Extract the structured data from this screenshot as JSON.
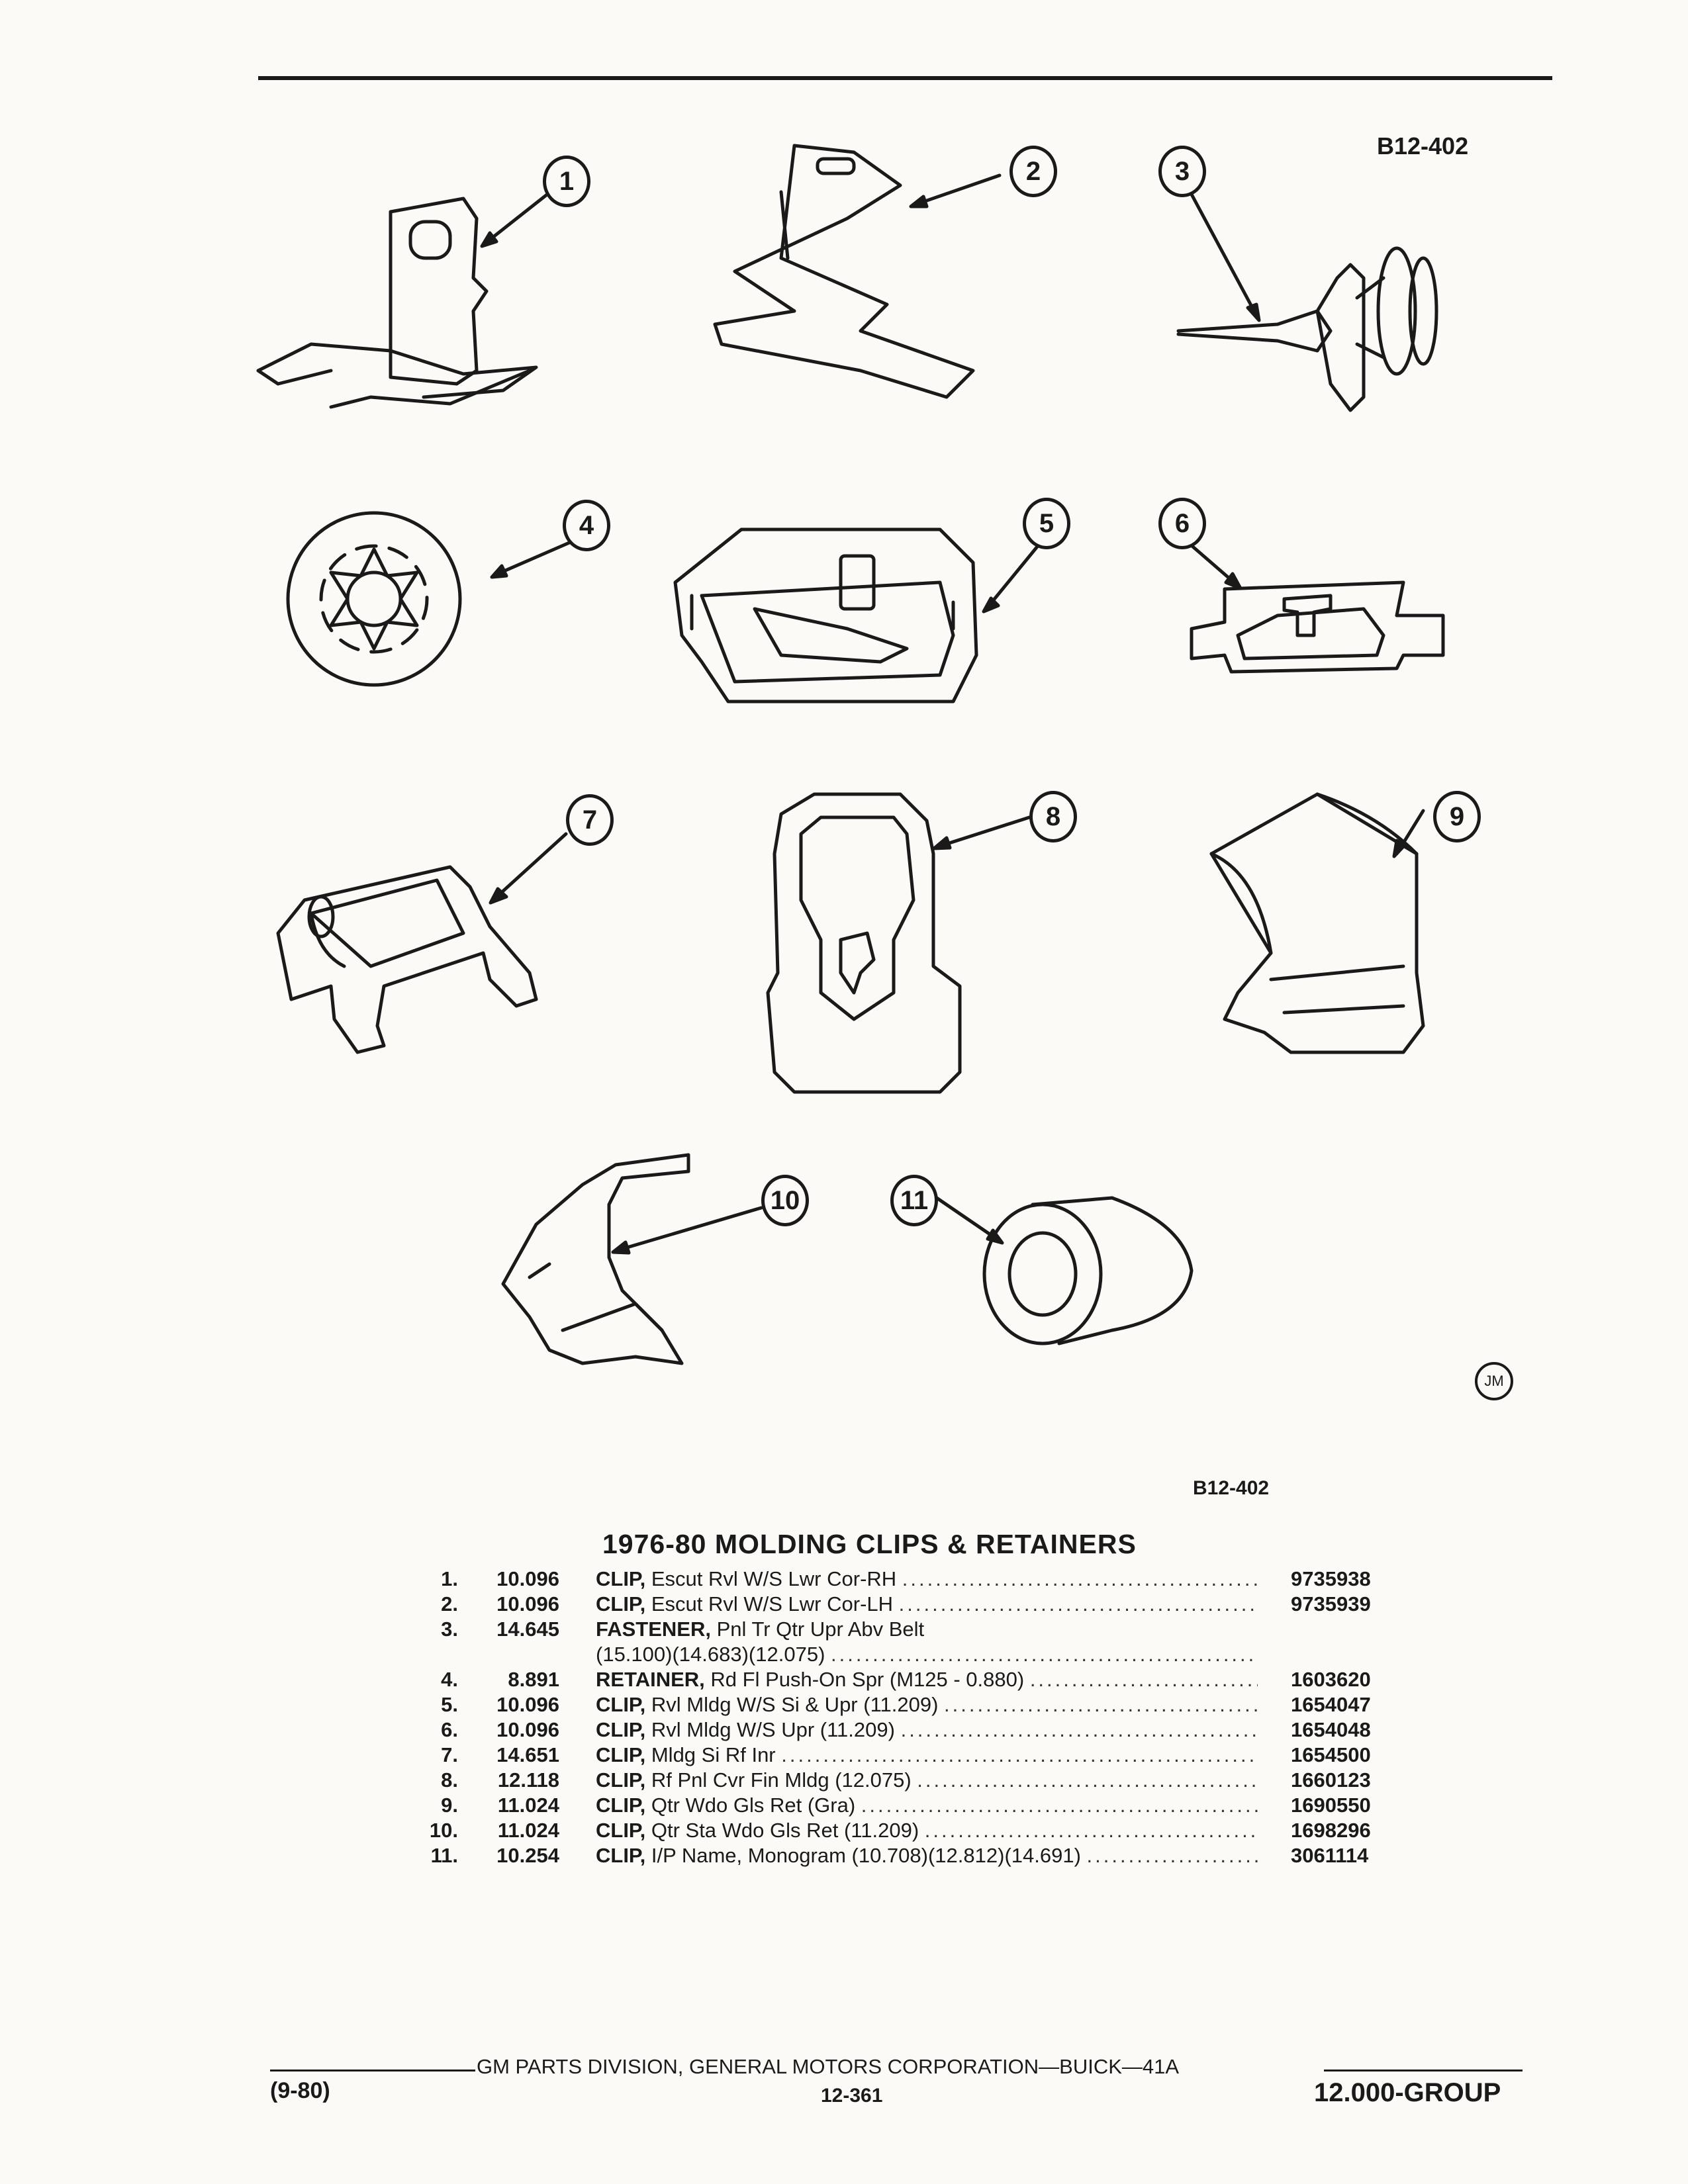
{
  "header": {
    "code": "B12-402"
  },
  "callouts": [
    "1",
    "2",
    "3",
    "4",
    "5",
    "6",
    "7",
    "8",
    "9",
    "10",
    "11"
  ],
  "illustration": {
    "mark": "JM",
    "code": "B12-402"
  },
  "parts_list": {
    "title": "1976-80 MOLDING CLIPS & RETAINERS",
    "items": [
      {
        "num": "1.",
        "group": "10.096",
        "name": "CLIP,",
        "desc": "Escut Rvl W/S Lwr Cor-RH",
        "part": "9735938"
      },
      {
        "num": "2.",
        "group": "10.096",
        "name": "CLIP,",
        "desc": "Escut Rvl W/S Lwr Cor-LH",
        "part": "9735939"
      },
      {
        "num": "3.",
        "group": "14.645",
        "name": "FASTENER,",
        "desc": "Pnl Tr Qtr Upr Abv Belt",
        "part": "",
        "cont": "(15.100)(14.683)(12.075)"
      },
      {
        "num": "4.",
        "group": "8.891",
        "name": "RETAINER,",
        "desc": "Rd Fl Push-On Spr (M125 - 0.880)",
        "part": "1603620"
      },
      {
        "num": "5.",
        "group": "10.096",
        "name": "CLIP,",
        "desc": "Rvl Mldg W/S Si & Upr (11.209)",
        "part": "1654047"
      },
      {
        "num": "6.",
        "group": "10.096",
        "name": "CLIP,",
        "desc": "Rvl Mldg W/S Upr (11.209)",
        "part": "1654048"
      },
      {
        "num": "7.",
        "group": "14.651",
        "name": "CLIP,",
        "desc": "Mldg Si Rf Inr",
        "part": "1654500"
      },
      {
        "num": "8.",
        "group": "12.118",
        "name": "CLIP,",
        "desc": "Rf Pnl Cvr Fin Mldg (12.075)",
        "part": "1660123"
      },
      {
        "num": "9.",
        "group": "11.024",
        "name": "CLIP,",
        "desc": "Qtr Wdo Gls Ret (Gra)",
        "part": "1690550"
      },
      {
        "num": "10.",
        "group": "11.024",
        "name": "CLIP,",
        "desc": "Qtr Sta Wdo Gls Ret (11.209)",
        "part": "1698296"
      },
      {
        "num": "11.",
        "group": "10.254",
        "name": "CLIP,",
        "desc": "I/P Name, Monogram (10.708)(12.812)(14.691)",
        "part": "3061114"
      }
    ]
  },
  "footer": {
    "publisher": "GM PARTS DIVISION, GENERAL MOTORS CORPORATION—BUICK—41A",
    "date": "(9-80)",
    "page": "12-361",
    "group": "12.000-GROUP"
  }
}
